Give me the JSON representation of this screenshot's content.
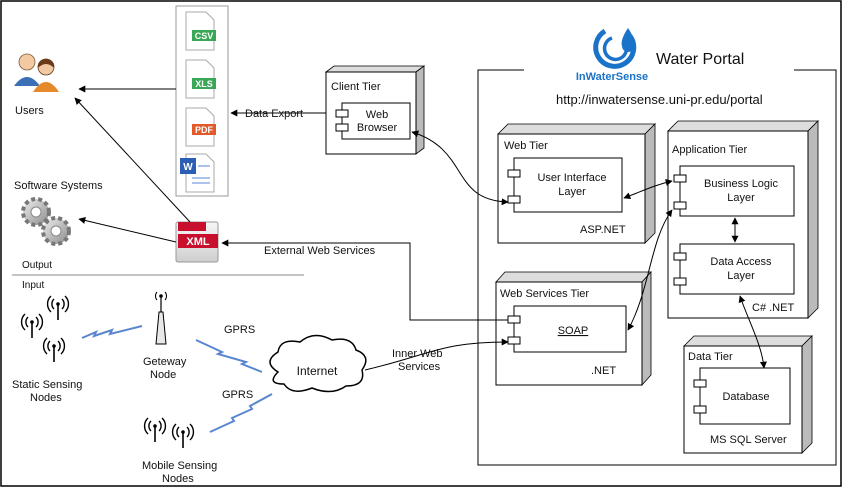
{
  "portal": {
    "logo_text": "InWaterSense",
    "title": "Water Portal",
    "url": "http://inwatersense.uni-pr.edu/portal"
  },
  "users_label": "Users",
  "software_systems_label": "Software Systems",
  "output_label": "Output",
  "input_label": "Input",
  "export_formats": [
    "CSV",
    "XLS",
    "PDF"
  ],
  "xml_label": "XML",
  "data_export_label": "Data Export",
  "external_ws_label": "External Web Services",
  "inner_ws_label": [
    "Inner Web",
    "Services"
  ],
  "client_tier": {
    "title": "Client Tier",
    "component": [
      "Web",
      "Browser"
    ]
  },
  "web_tier": {
    "title": "Web Tier",
    "component": [
      "User Interface",
      "Layer"
    ],
    "platform": "ASP.NET"
  },
  "ws_tier": {
    "title": "Web Services Tier",
    "component": "SOAP",
    "platform": ".NET"
  },
  "app_tier": {
    "title": "Application Tier",
    "components": [
      [
        "Business Logic",
        "Layer"
      ],
      [
        "Data Access",
        "Layer"
      ]
    ],
    "platform": "C# .NET"
  },
  "data_tier": {
    "title": "Data Tier",
    "component": "Database",
    "platform": "MS SQL Server"
  },
  "static_nodes": [
    "Static Sensing",
    "Nodes"
  ],
  "gateway_node": [
    "Geteway",
    "Node"
  ],
  "mobile_nodes": [
    "Mobile Sensing",
    "Nodes"
  ],
  "gprs_label": "GPRS",
  "internet_label": "Internet"
}
